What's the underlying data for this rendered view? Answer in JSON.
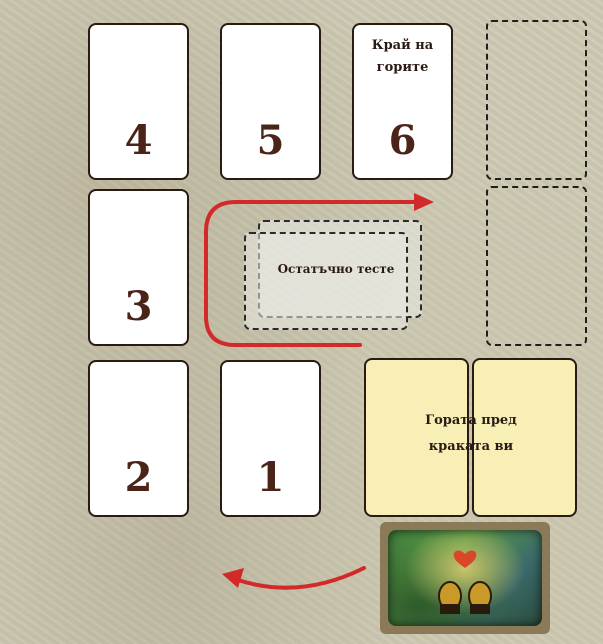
{
  "cards": {
    "card_4": {
      "number": "4"
    },
    "card_5": {
      "number": "5"
    },
    "card_6": {
      "number": "6",
      "title_line1": "Край на",
      "title_line2": "горите"
    },
    "card_3": {
      "number": "3"
    },
    "card_2": {
      "number": "2"
    },
    "card_1": {
      "number": "1"
    }
  },
  "remaining_deck": {
    "label": "Остатъчно тесте"
  },
  "forest_at_feet": {
    "line1": "Гората пред",
    "line2": "краката ви"
  },
  "colors": {
    "card_border": "#2a1a14",
    "number_color": "#4a2418",
    "forest_card_bg": "#f7efb5",
    "arrow_red": "#d22a2a",
    "table_bg": "#cdc9b3"
  },
  "icons": {
    "flow_arrow": "curved-red-arrow-icon",
    "return_arrow": "curved-red-arrow-icon",
    "thumbnail": "boots-thumbnail-icon",
    "heart": "heart-icon"
  }
}
